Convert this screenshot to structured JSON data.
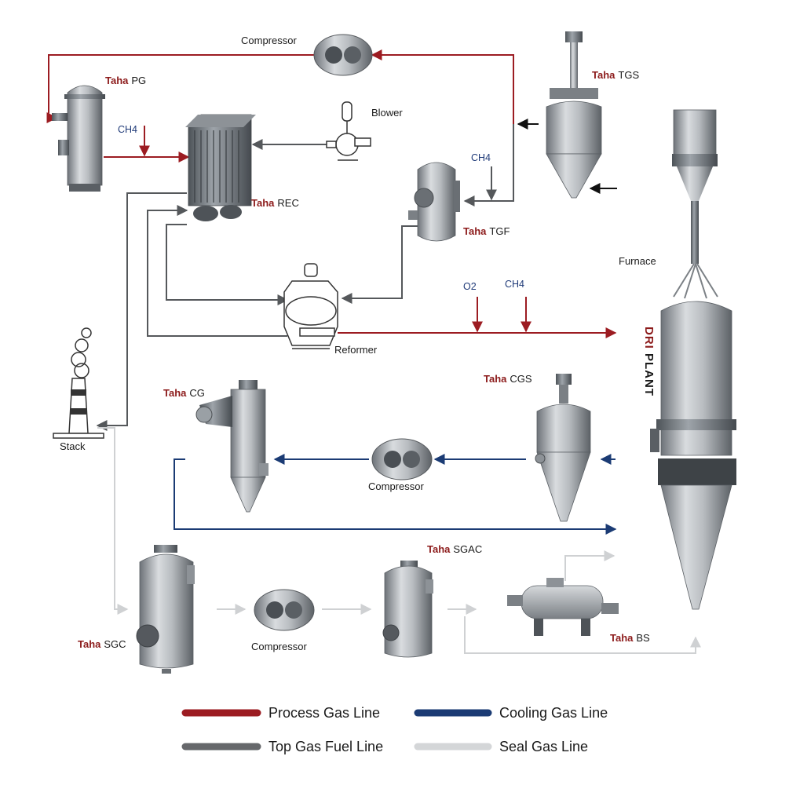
{
  "brand": "Taha",
  "colors": {
    "process": "#9c1c22",
    "cooling": "#1b3b74",
    "top_gas_fuel": "#66686b",
    "seal": "#d4d6d8",
    "brand": "#8c1a1a"
  },
  "equipment": {
    "pg": "PG",
    "rec": "REC",
    "tgs": "TGS",
    "tgf": "TGF",
    "cg": "CG",
    "cgs": "CGS",
    "sgc": "SGC",
    "sgac": "SGAC",
    "bs": "BS",
    "compressor_top": "Compressor",
    "compressor_mid": "Compressor",
    "compressor_bottom": "Compressor",
    "blower": "Blower",
    "reformer": "Reformer",
    "stack": "Stack",
    "furnace": "Furnace"
  },
  "gas_inputs": {
    "ch4_pg": "CH4",
    "ch4_tgf": "CH4",
    "o2": "O2",
    "ch4_reformer": "CH4"
  },
  "plant_label": {
    "part1": "DRI",
    "part2": " PLANT"
  },
  "legend": [
    {
      "label": "Process Gas Line",
      "color": "#9c1c22"
    },
    {
      "label": "Cooling Gas Line",
      "color": "#1b3b74"
    },
    {
      "label": "Top Gas Fuel Line",
      "color": "#66686b"
    },
    {
      "label": "Seal Gas Line",
      "color": "#d4d6d8"
    }
  ]
}
